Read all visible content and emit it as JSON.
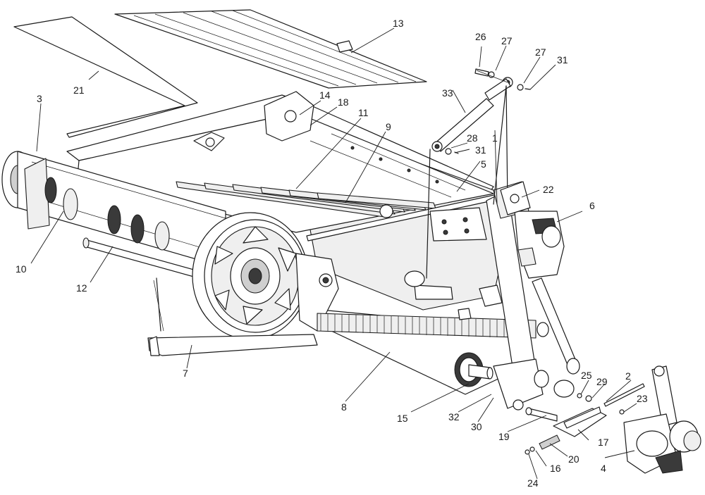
{
  "callouts": [
    {
      "id": "c1",
      "text": "1"
    },
    {
      "id": "c2",
      "text": "2"
    },
    {
      "id": "c3",
      "text": "3"
    },
    {
      "id": "c4",
      "text": "4"
    },
    {
      "id": "c5",
      "text": "5"
    },
    {
      "id": "c6",
      "text": "6"
    },
    {
      "id": "c7",
      "text": "7"
    },
    {
      "id": "c8",
      "text": "8"
    },
    {
      "id": "c9",
      "text": "9"
    },
    {
      "id": "c10",
      "text": "10"
    },
    {
      "id": "c11",
      "text": "11"
    },
    {
      "id": "c12",
      "text": "12"
    },
    {
      "id": "c13",
      "text": "13"
    },
    {
      "id": "c14",
      "text": "14"
    },
    {
      "id": "c15",
      "text": "15"
    },
    {
      "id": "c16",
      "text": "16"
    },
    {
      "id": "c17",
      "text": "17"
    },
    {
      "id": "c18",
      "text": "18"
    },
    {
      "id": "c19",
      "text": "19"
    },
    {
      "id": "c20",
      "text": "20"
    },
    {
      "id": "c21",
      "text": "21"
    },
    {
      "id": "c22",
      "text": "22"
    },
    {
      "id": "c23",
      "text": "23"
    },
    {
      "id": "c24",
      "text": "24"
    },
    {
      "id": "c25",
      "text": "25"
    },
    {
      "id": "c26",
      "text": "26"
    },
    {
      "id": "c27a",
      "text": "27"
    },
    {
      "id": "c27b",
      "text": "27"
    },
    {
      "id": "c28",
      "text": "28"
    },
    {
      "id": "c29",
      "text": "29"
    },
    {
      "id": "c30",
      "text": "30"
    },
    {
      "id": "c31a",
      "text": "31"
    },
    {
      "id": "c31b",
      "text": "31"
    },
    {
      "id": "c32",
      "text": "32"
    },
    {
      "id": "c33",
      "text": "33"
    }
  ]
}
